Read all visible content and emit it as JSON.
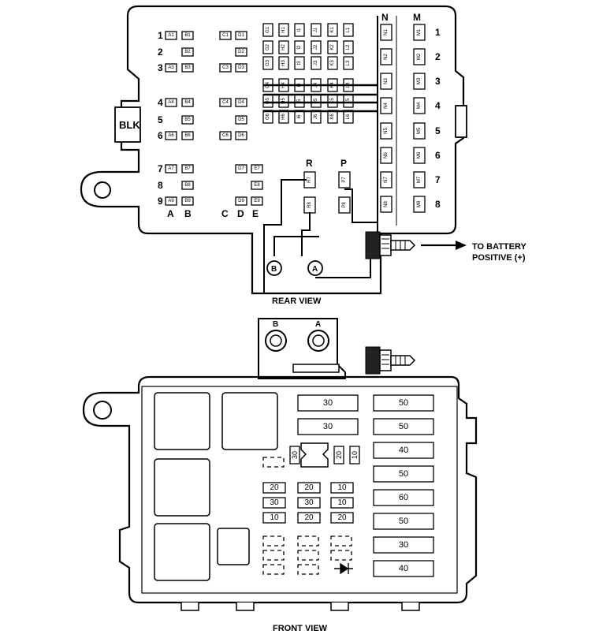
{
  "rear_view": {
    "caption": "REAR VIEW",
    "blk_label": "BLK",
    "battery_label_line1": "TO BATTERY",
    "battery_label_line2": "POSITIVE (+)",
    "column_headers": {
      "n": "N",
      "m": "M",
      "r": "R",
      "p": "P",
      "a": "A",
      "b": "B",
      "c": "C",
      "d": "D",
      "e": "E"
    },
    "left_row_numbers": [
      "1",
      "2",
      "3",
      "4",
      "5",
      "6",
      "7",
      "8",
      "9"
    ],
    "right_row_numbers": [
      "1",
      "2",
      "3",
      "4",
      "5",
      "6",
      "7",
      "8"
    ],
    "terminals": {
      "b": "B",
      "a": "A"
    },
    "left_cells": [
      [
        "A1",
        "B1",
        "",
        "C1",
        "D1",
        ""
      ],
      [
        "",
        "B2",
        "",
        "",
        "D2",
        ""
      ],
      [
        "A3",
        "B3",
        "",
        "C3",
        "D3",
        ""
      ],
      [
        "A4",
        "B4",
        "",
        "C4",
        "D4",
        ""
      ],
      [
        "",
        "B5",
        "",
        "",
        "D5",
        ""
      ],
      [
        "A6",
        "B6",
        "",
        "C6",
        "D6",
        ""
      ],
      [
        "A7",
        "B7",
        "",
        "",
        "D7",
        "E7"
      ],
      [
        "",
        "B8",
        "",
        "",
        "",
        "E8"
      ],
      [
        "A9",
        "B9",
        "",
        "",
        "D9",
        "E9"
      ]
    ],
    "mid_cells": [
      [
        "G1",
        "H1",
        "I1",
        "J1",
        "K1",
        "L1"
      ],
      [
        "G2",
        "H2",
        "I2",
        "J2",
        "K2",
        "L2"
      ],
      [
        "G3",
        "H3",
        "I3",
        "J3",
        "K3",
        "L3"
      ],
      [
        "G4",
        "H4",
        "I4",
        "J4",
        "K4",
        "L4"
      ],
      [
        "G5",
        "H5",
        "I5",
        "J5",
        "K5",
        "L5"
      ],
      [
        "G6",
        "H6",
        "I6",
        "J6",
        "K6",
        "L6"
      ]
    ],
    "n_cells": [
      "N1",
      "N2",
      "N3",
      "N4",
      "N5",
      "N6",
      "N7",
      "N8"
    ],
    "m_cells": [
      "M1",
      "M2",
      "M3",
      "M4",
      "M5",
      "M6",
      "M7",
      "M8"
    ],
    "r_cells": [
      "R7",
      "R8"
    ],
    "p_cells": [
      "P7",
      "P8"
    ]
  },
  "front_view": {
    "caption": "FRONT VIEW",
    "terminals": {
      "b": "B",
      "a": "A"
    },
    "mid_large_fuses": [
      "30",
      "30"
    ],
    "right_maxi_fuses": [
      "50",
      "50",
      "40",
      "50",
      "60",
      "50",
      "30",
      "40"
    ],
    "vertical_fuses": [
      "30",
      "20",
      "10"
    ],
    "mini_fuse_rows": [
      [
        "20",
        "20",
        "10"
      ],
      [
        "30",
        "30",
        "10"
      ],
      [
        "10",
        "20",
        "20"
      ]
    ]
  }
}
